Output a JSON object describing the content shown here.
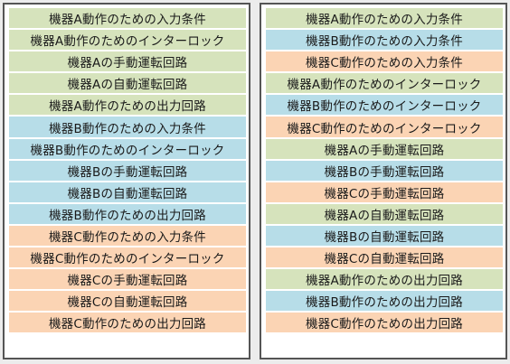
{
  "colors": {
    "A": "#d6e3bc",
    "B": "#b7dde8",
    "C": "#fbd4b4"
  },
  "left_column": [
    {
      "label": "機器A動作のための入力条件",
      "group": "A"
    },
    {
      "label": "機器A動作のためのインターロック",
      "group": "A"
    },
    {
      "label": "機器Aの手動運転回路",
      "group": "A"
    },
    {
      "label": "機器Aの自動運転回路",
      "group": "A"
    },
    {
      "label": "機器A動作のための出力回路",
      "group": "A"
    },
    {
      "label": "機器B動作のための入力条件",
      "group": "B"
    },
    {
      "label": "機器B動作のためのインターロック",
      "group": "B"
    },
    {
      "label": "機器Bの手動運転回路",
      "group": "B"
    },
    {
      "label": "機器Bの自動運転回路",
      "group": "B"
    },
    {
      "label": "機器B動作のための出力回路",
      "group": "B"
    },
    {
      "label": "機器C動作のための入力条件",
      "group": "C"
    },
    {
      "label": "機器C動作のためのインターロック",
      "group": "C"
    },
    {
      "label": "機器Cの手動運転回路",
      "group": "C"
    },
    {
      "label": "機器Cの自動運転回路",
      "group": "C"
    },
    {
      "label": "機器C動作のための出力回路",
      "group": "C"
    }
  ],
  "right_column": [
    {
      "label": "機器A動作のための入力条件",
      "group": "A"
    },
    {
      "label": "機器B動作のための入力条件",
      "group": "B"
    },
    {
      "label": "機器C動作のための入力条件",
      "group": "C"
    },
    {
      "label": "機器A動作のためのインターロック",
      "group": "A"
    },
    {
      "label": "機器B動作のためのインターロック",
      "group": "B"
    },
    {
      "label": "機器C動作のためのインターロック",
      "group": "C"
    },
    {
      "label": "機器Aの手動運転回路",
      "group": "A"
    },
    {
      "label": "機器Bの手動運転回路",
      "group": "B"
    },
    {
      "label": "機器Cの手動運転回路",
      "group": "C"
    },
    {
      "label": "機器Aの自動運転回路",
      "group": "A"
    },
    {
      "label": "機器Bの自動運転回路",
      "group": "B"
    },
    {
      "label": "機器Cの自動運転回路",
      "group": "C"
    },
    {
      "label": "機器A動作のための出力回路",
      "group": "A"
    },
    {
      "label": "機器B動作のための出力回路",
      "group": "B"
    },
    {
      "label": "機器C動作のための出力回路",
      "group": "C"
    }
  ]
}
